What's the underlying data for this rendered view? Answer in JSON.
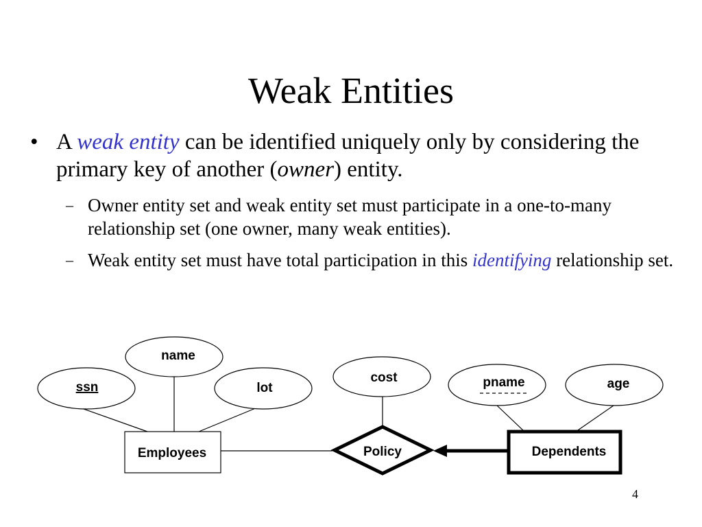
{
  "slide": {
    "title": "Weak Entities",
    "page_number": "4"
  },
  "bullet": {
    "marker": "•",
    "prefix": "A",
    "term": "weak entity",
    "text_1": "can be identified uniquely only by considering the primary key of another (",
    "owner": "owner",
    "text_2": ") entity."
  },
  "subbullets": [
    {
      "marker": "–",
      "text": "Owner entity set and weak entity set must participate in a one-to-many relationship set (one owner, many weak entities)."
    },
    {
      "marker": "–",
      "text_1": "Weak entity set must have total participation in this",
      "term": "identifying",
      "text_2": "relationship set."
    }
  ],
  "diagram": {
    "attributes": {
      "name": "name",
      "ssn": "ssn",
      "lot": "lot",
      "cost": "cost",
      "pname": "pname",
      "age": "age"
    },
    "entities": {
      "employees": "Employees",
      "dependents": "Dependents"
    },
    "relationship": "Policy"
  }
}
